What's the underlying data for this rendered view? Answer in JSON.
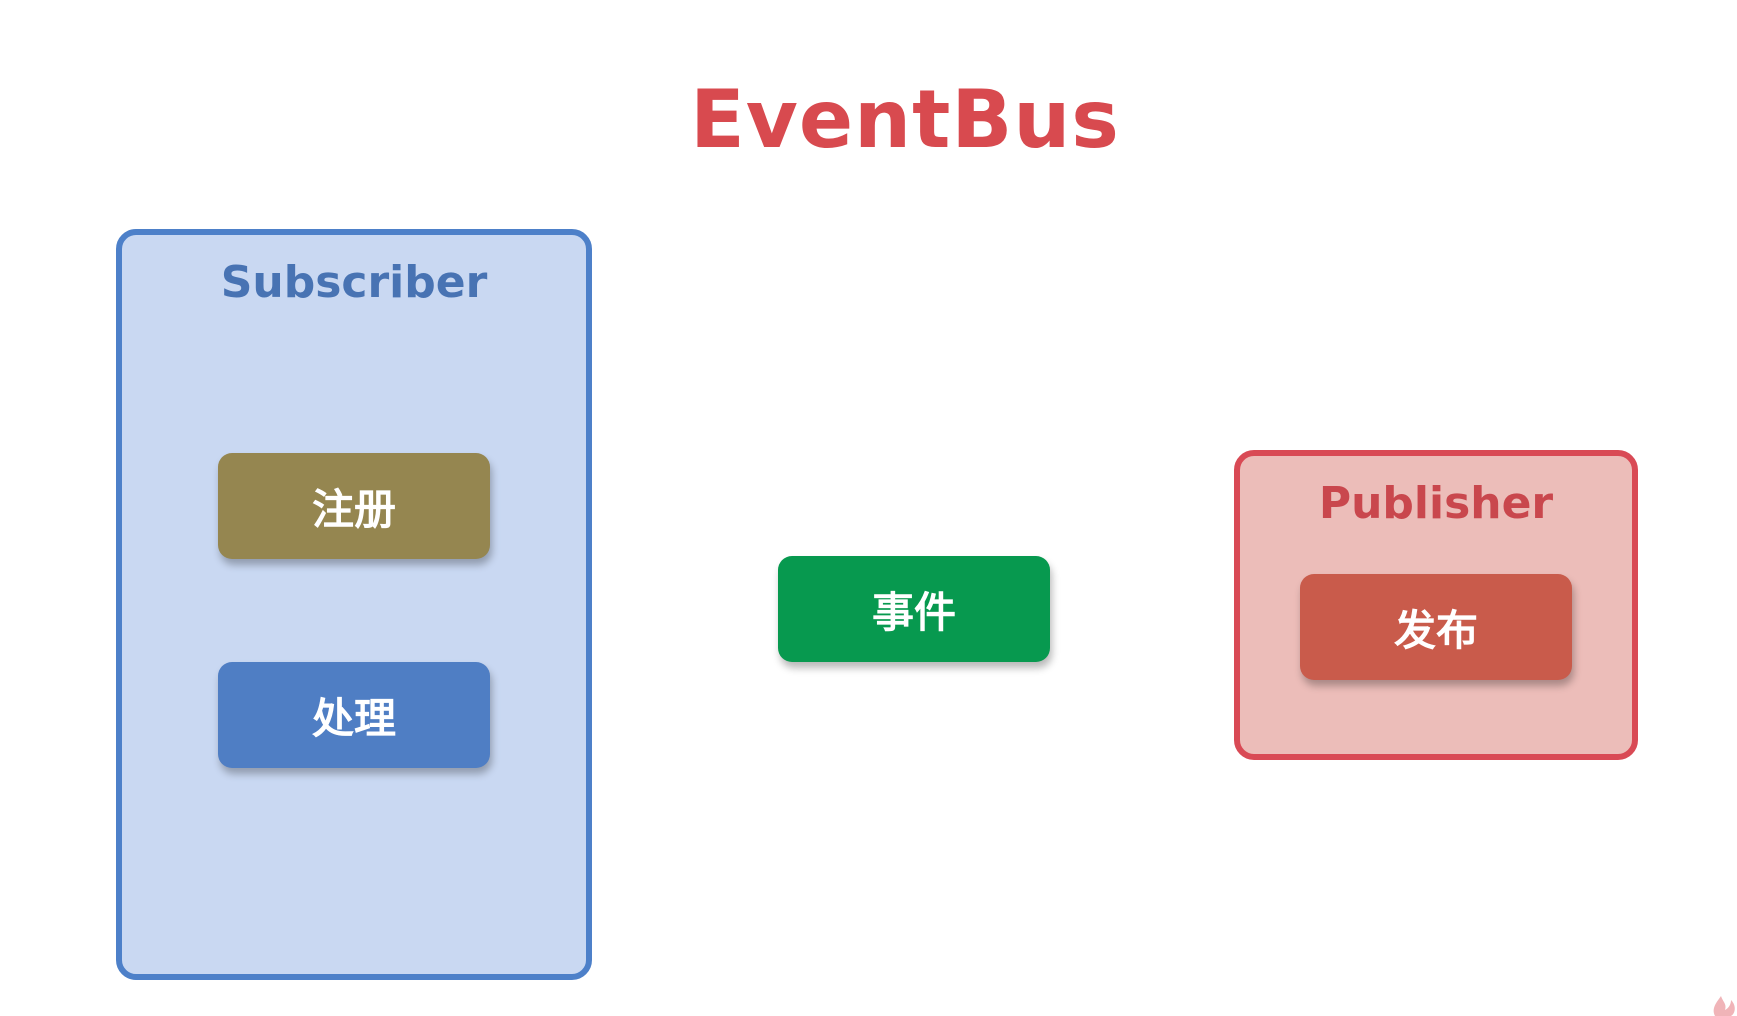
{
  "diagram": {
    "title": "EventBus",
    "subscriber": {
      "label": "Subscriber",
      "items": [
        "注册",
        "处理"
      ],
      "fill_color": "#c9d8f2",
      "border_color": "#4d80c9"
    },
    "event": {
      "label": "事件",
      "color": "#07994f"
    },
    "publisher": {
      "label": "Publisher",
      "items": [
        "发布"
      ],
      "fill_color": "#ecbdb9",
      "border_color": "#d94a55"
    },
    "title_color": "#d84a4f",
    "chip_colors": {
      "register": "#958650",
      "handle": "#4f7ec4",
      "publish": "#c95b4b"
    }
  }
}
